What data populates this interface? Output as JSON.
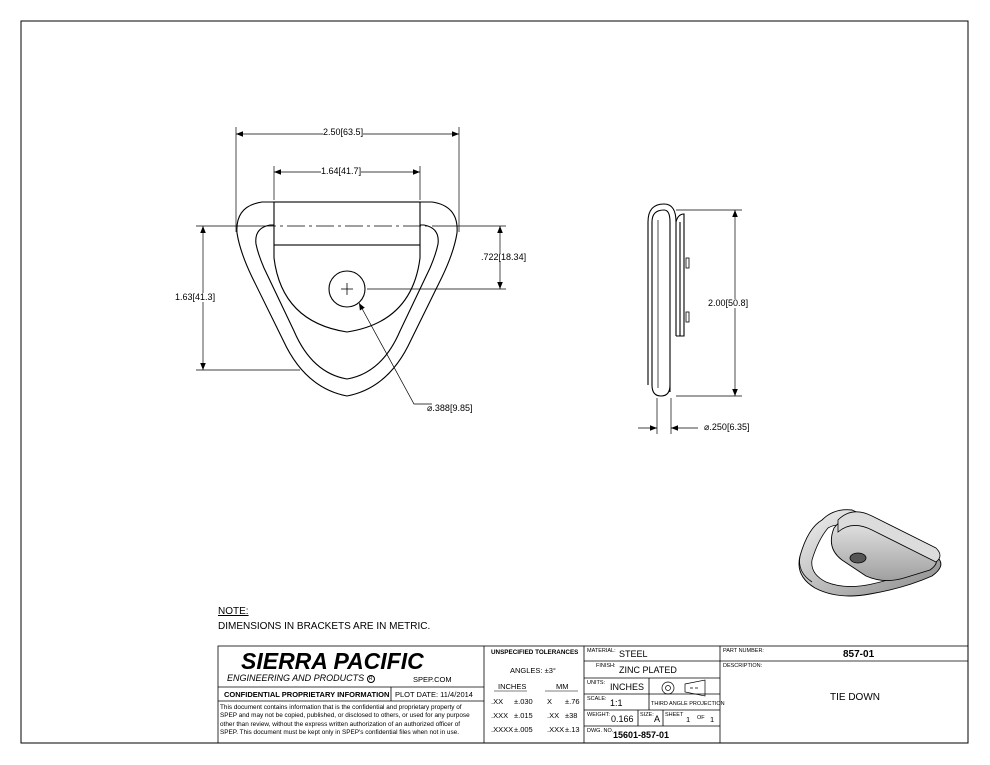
{
  "dimensions": {
    "overall_width": "2.50",
    "overall_width_mm": "63.5",
    "inner_width": "1.64",
    "inner_width_mm": "41.7",
    "hole_offset": ".722",
    "hole_offset_mm": "18.34",
    "overall_height": "1.63",
    "overall_height_mm": "41.3",
    "hole_dia": "⌀.388",
    "hole_dia_mm": "9.85",
    "side_height": "2.00",
    "side_height_mm": "50.8",
    "wire_dia": "⌀.250",
    "wire_dia_mm": "6.35"
  },
  "notes": {
    "heading": "NOTE:",
    "text": "DIMENSIONS IN BRACKETS ARE IN METRIC."
  },
  "company": {
    "name": "SIERRA PACIFIC",
    "subtitle": "ENGINEERING AND PRODUCTS",
    "registered_mark": "R",
    "website": "SPEP.COM"
  },
  "confidential": {
    "heading": "CONFIDENTIAL PROPRIETARY INFORMATION",
    "plot_date_label": "PLOT DATE:",
    "plot_date": "11/4/2014",
    "lines": [
      "This document contains information that is the confidential and proprietary property of",
      "SPEP and may not be copied, published, or disclosed to others, or used for any purpose",
      "other than review, without the express written authorization of an authorized officer of",
      "SPEP. This document must be kept only in SPEP's confidential files when not in use."
    ]
  },
  "tolerances": {
    "heading": "UNSPECIFIED TOLERANCES",
    "angles": "ANGLES: ±3°",
    "inches_label": "INCHES",
    "mm_label": "MM",
    "rows": [
      {
        "in_fmt": ".XX",
        "in_tol": "±.030",
        "mm_fmt": "X",
        "mm_tol": "±.76"
      },
      {
        "in_fmt": ".XXX",
        "in_tol": "±.015",
        "mm_fmt": ".XX",
        "mm_tol": "±38"
      },
      {
        "in_fmt": ".XXXX",
        "in_tol": "±.005",
        "mm_fmt": ".XXX",
        "mm_tol": "±.13"
      }
    ]
  },
  "title_block": {
    "material_label": "MATERIAL:",
    "material": "STEEL",
    "finish_label": "FINISH:",
    "finish": "ZINC PLATED",
    "units_label": "UNITS:",
    "units": "INCHES",
    "scale_label": "SCALE:",
    "scale": "1:1",
    "projection_label": "THIRD ANGLE PROJECTION",
    "weight_label": "WEIGHT:",
    "weight": "0.166",
    "size_label": "SIZE:",
    "size": "A",
    "sheet_label": "SHEET",
    "sheet": "1",
    "of_label": "OF",
    "of": "1",
    "dwg_label": "DWG. NO.",
    "dwg_no": "15601-857-01",
    "part_number_label": "PART NUMBER:",
    "part_number": "857-01",
    "description_label": "DESCRIPTION:",
    "description": "TIE DOWN"
  }
}
